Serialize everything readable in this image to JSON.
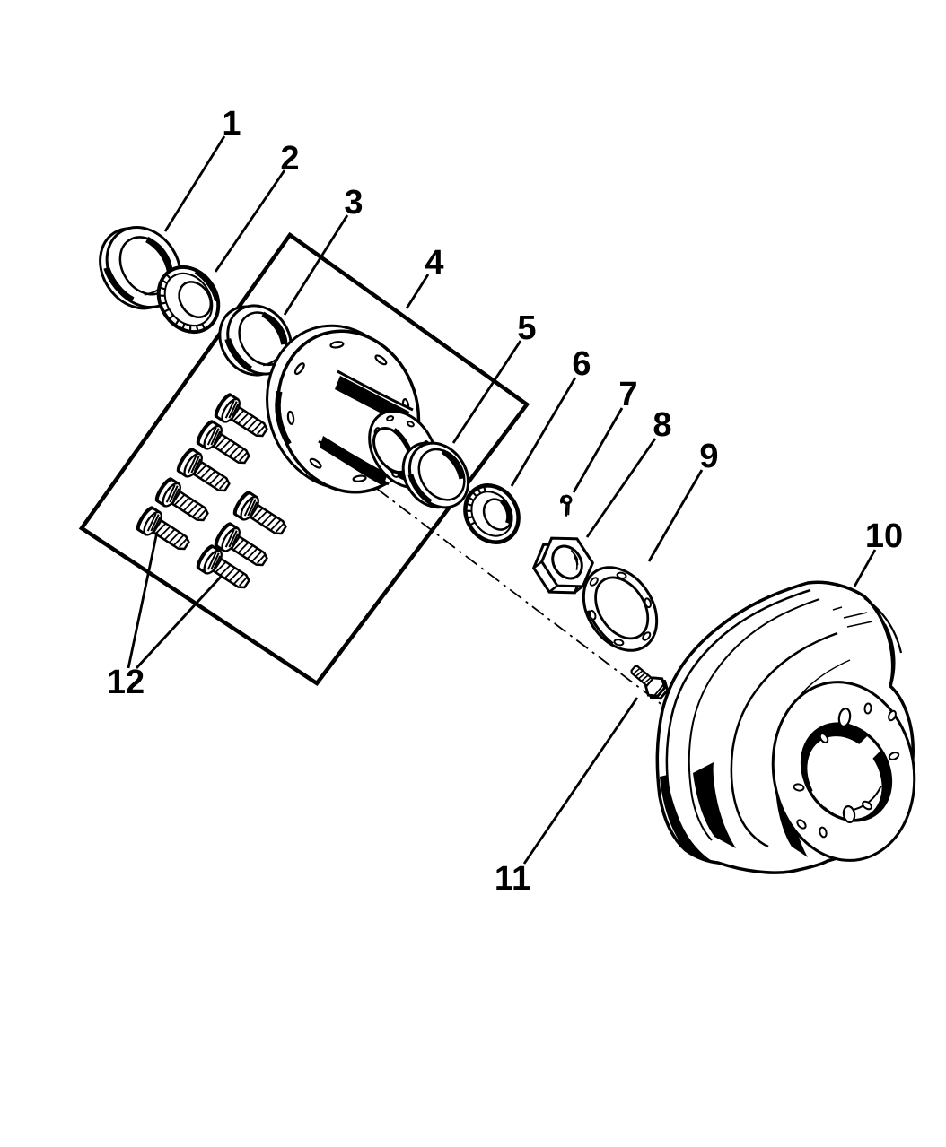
{
  "diagram": {
    "background_color": "#ffffff",
    "line_color": "#000000",
    "callouts": [
      {
        "label": "1"
      },
      {
        "label": "2"
      },
      {
        "label": "3"
      },
      {
        "label": "4"
      },
      {
        "label": "5"
      },
      {
        "label": "6"
      },
      {
        "label": "7"
      },
      {
        "label": "8"
      },
      {
        "label": "9"
      },
      {
        "label": "10"
      },
      {
        "label": "11"
      },
      {
        "label": "12"
      }
    ]
  }
}
